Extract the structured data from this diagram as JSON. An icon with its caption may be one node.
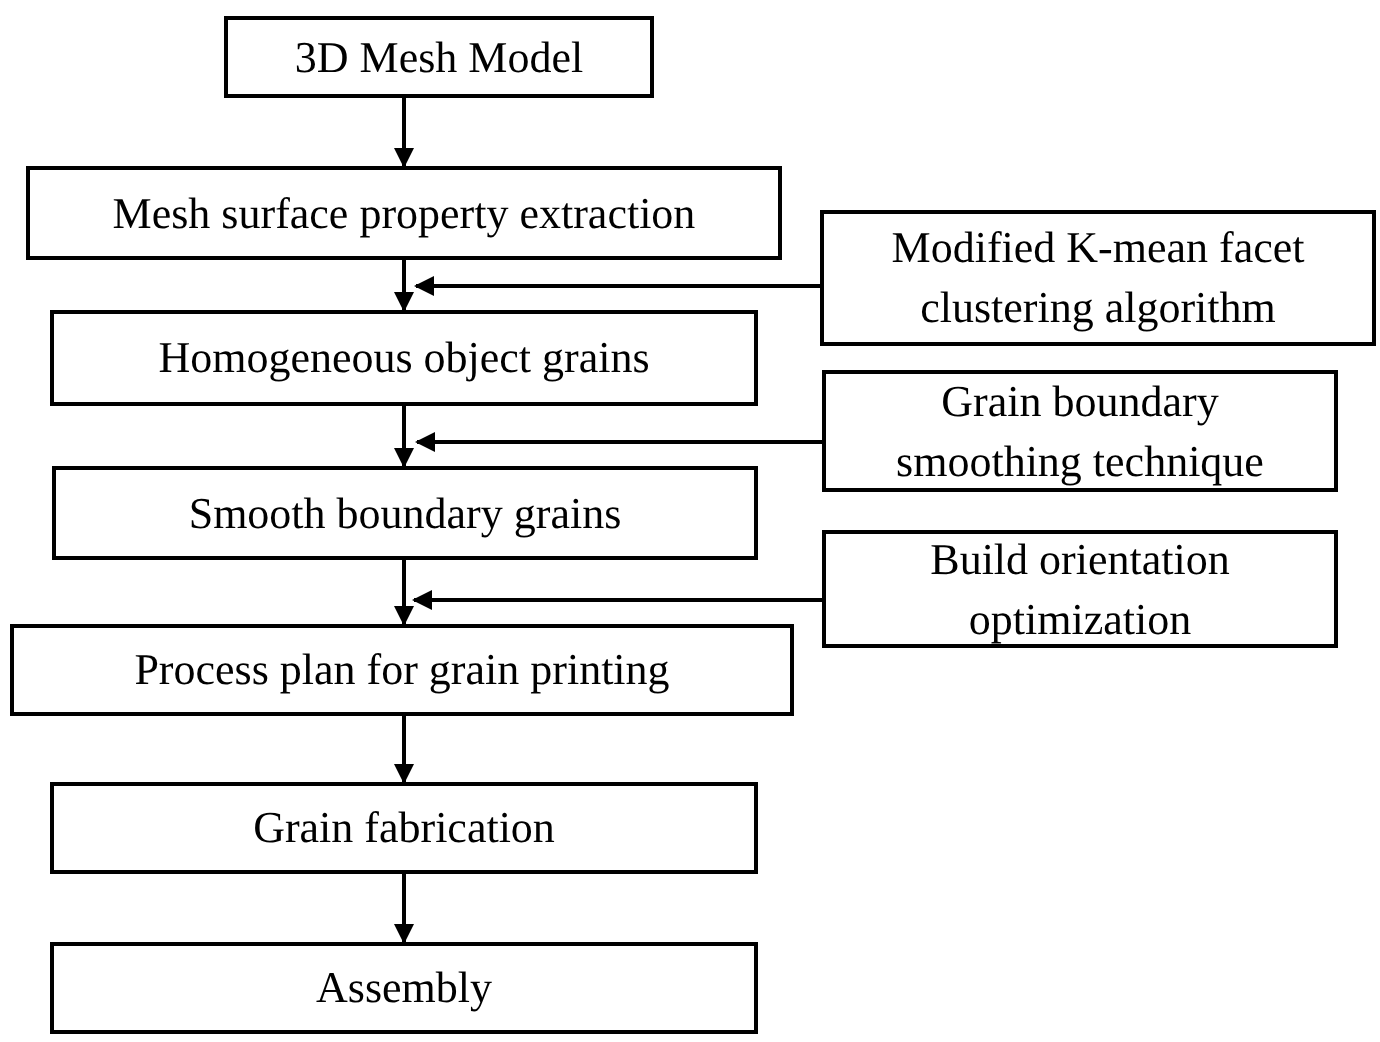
{
  "diagram": {
    "nodes": [
      {
        "text": [
          "3D Mesh Model"
        ]
      },
      {
        "text": [
          "Mesh surface property extraction"
        ]
      },
      {
        "text": [
          "Homogeneous object grains"
        ]
      },
      {
        "text": [
          "Smooth boundary grains"
        ]
      },
      {
        "text": [
          "Process plan for grain printing"
        ]
      },
      {
        "text": [
          "Grain fabrication"
        ]
      },
      {
        "text": [
          "Assembly"
        ]
      },
      {
        "text": [
          "Modified K-mean facet clustering algorithm"
        ]
      },
      {
        "text": [
          "Grain boundary smoothing technique"
        ]
      },
      {
        "text": [
          "Build orientation optimization"
        ]
      }
    ],
    "edges": [
      {
        "from": 0,
        "to": 1,
        "arrow": "to"
      },
      {
        "from": 1,
        "to": 2,
        "arrow": "to"
      },
      {
        "from": 2,
        "to": 3,
        "arrow": "to"
      },
      {
        "from": 3,
        "to": 4,
        "arrow": "to"
      },
      {
        "from": 4,
        "to": 5,
        "arrow": "to"
      },
      {
        "from": 5,
        "to": 6,
        "arrow": "to"
      },
      {
        "from": 7,
        "to": 2,
        "arrow": "to"
      },
      {
        "from": 8,
        "to": 3,
        "arrow": "to"
      },
      {
        "from": 9,
        "to": 4,
        "arrow": "to"
      }
    ]
  }
}
